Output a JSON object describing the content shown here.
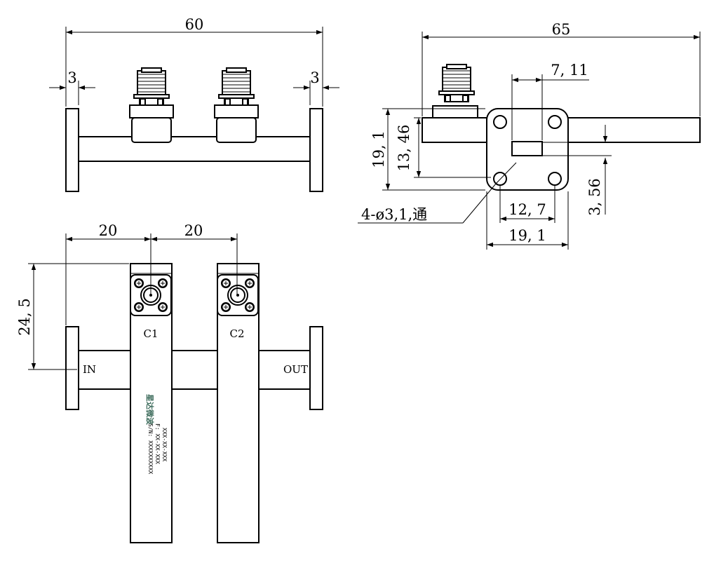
{
  "top_view": {
    "overall_length": "60",
    "flange_thickness_left": "3",
    "flange_thickness_right": "3"
  },
  "side_view": {
    "overall_length": "65",
    "slot_offset": "7, 11",
    "flange_height": "19, 1",
    "guide_height": "13, 46",
    "slot_center_offset": "3, 56",
    "hole_spacing": "12, 7",
    "flange_width": "19, 1",
    "hole_callout": "4-ø3,1,通"
  },
  "front_view": {
    "coupler_spacing_1": "20",
    "coupler_spacing_2": "20",
    "coupler_height": "24, 5",
    "port_labels": {
      "c1": "C1",
      "c2": "C2",
      "in": "IN",
      "out": "OUT"
    },
    "nameplate": {
      "logo_text": "星达微波",
      "model": "XXX-XX-XXX",
      "frequency": "F: XX-XX-XXX",
      "serial": "S/N: XXXXXXXXXX"
    }
  },
  "colors": {
    "line": "#000000",
    "background": "#ffffff",
    "logo": "#3b6a5a"
  }
}
